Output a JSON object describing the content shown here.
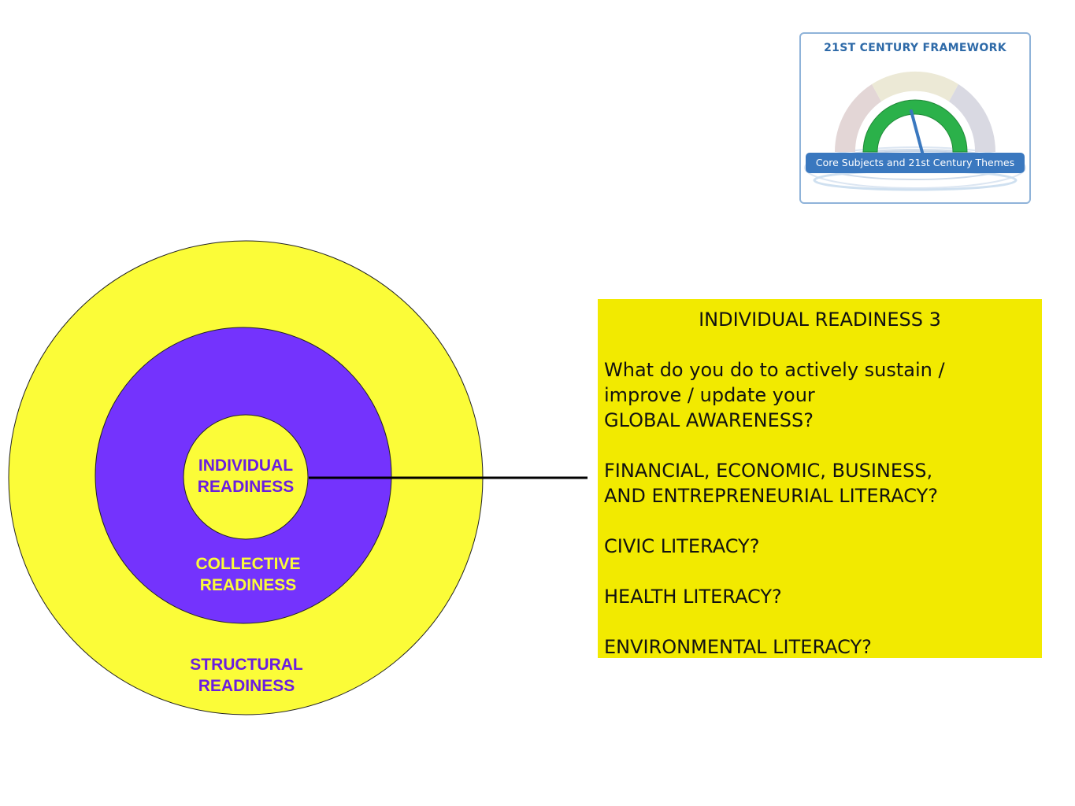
{
  "colors": {
    "yellow": "#fbfc38",
    "purple": "#7433fd",
    "purple_text": "#6a1de0",
    "box_yellow": "#f2ea00",
    "logo_blue": "#2e6aa8",
    "logo_green": "#2bb14a",
    "banner_blue": "#3a78bf"
  },
  "diagram": {
    "inner": {
      "lines": [
        "INDIVIDUAL",
        "READINESS"
      ]
    },
    "middle": {
      "lines": [
        "COLLECTIVE",
        "READINESS"
      ]
    },
    "outer": {
      "lines": [
        "STRUCTURAL",
        "READINESS"
      ]
    }
  },
  "question_box": {
    "title": "INDIVIDUAL READINESS 3",
    "prompt_lines": [
      "What do you do to actively sustain /",
      "improve / update your",
      "GLOBAL AWARENESS?"
    ],
    "item_financial_lines": [
      "FINANCIAL, ECONOMIC, BUSINESS,",
      "AND ENTREPRENEURIAL LITERACY?"
    ],
    "item_civic": "CIVIC LITERACY?",
    "item_health": "HEALTH LITERACY?",
    "item_environmental": "ENVIRONMENTAL LITERACY?"
  },
  "logo": {
    "title": "21ST CENTURY FRAMEWORK",
    "banner": "Core Subjects and 21st Century Themes"
  }
}
